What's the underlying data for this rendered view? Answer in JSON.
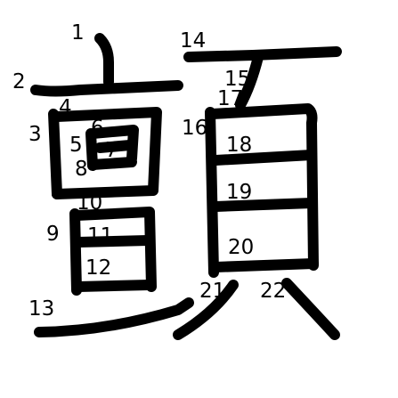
{
  "character": {
    "stroke_color": "#000000",
    "background_color": "#ffffff",
    "stroke_numbers": [
      "1",
      "2",
      "3",
      "4",
      "5",
      "6",
      "7",
      "8",
      "9",
      "10",
      "11",
      "12",
      "13",
      "14",
      "15",
      "16",
      "17",
      "18",
      "19",
      "20",
      "21",
      "22"
    ]
  }
}
